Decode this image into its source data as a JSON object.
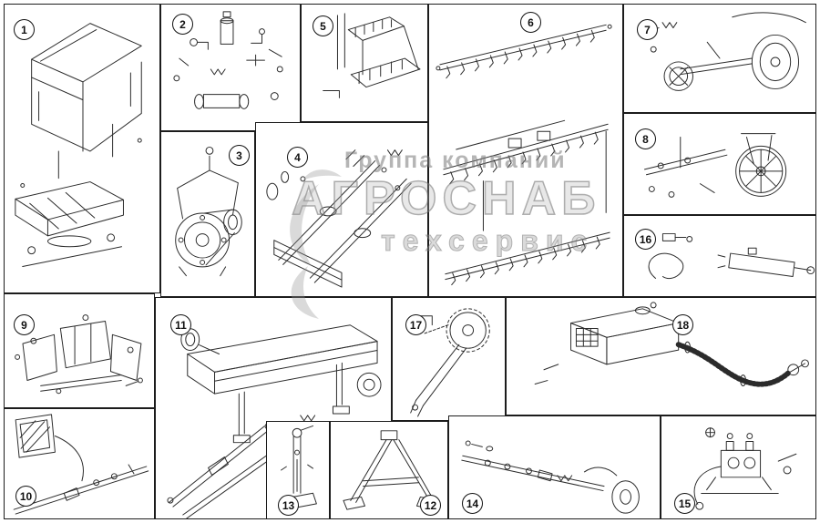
{
  "watermark": {
    "line1": "Группа компаний",
    "line2": "АГРОСНАБ",
    "line3": "техсервис"
  },
  "colors": {
    "ink": "#2b2b2b",
    "background": "#ffffff",
    "watermark_gray": "#9a9a9a"
  },
  "panels": [
    {
      "label": "1"
    },
    {
      "label": "2"
    },
    {
      "label": "3"
    },
    {
      "label": "4"
    },
    {
      "label": "5"
    },
    {
      "label": "6"
    },
    {
      "label": "7"
    },
    {
      "label": "8"
    },
    {
      "label": "9"
    },
    {
      "label": "10"
    },
    {
      "label": "11"
    },
    {
      "label": "12"
    },
    {
      "label": "13"
    },
    {
      "label": "14"
    },
    {
      "label": "15"
    },
    {
      "label": "16"
    },
    {
      "label": "17"
    },
    {
      "label": "18"
    }
  ]
}
